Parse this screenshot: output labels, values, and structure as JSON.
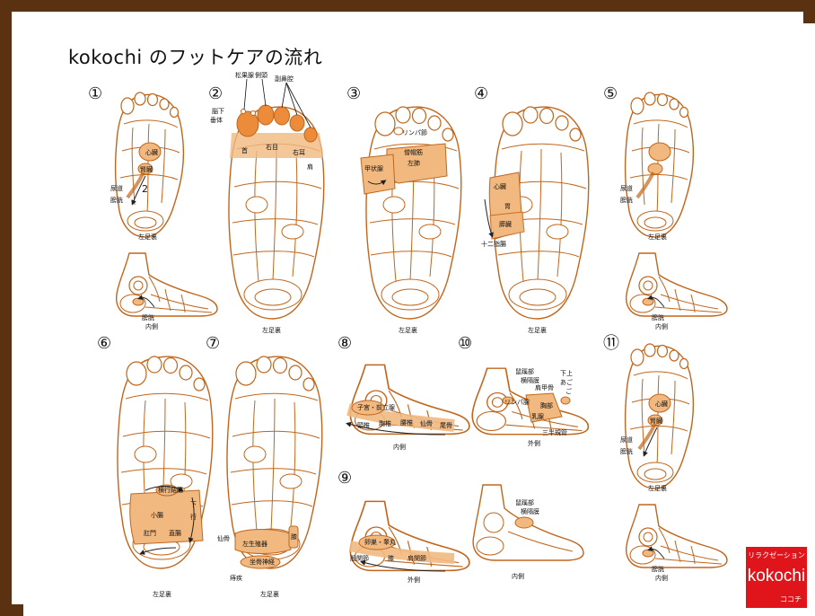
{
  "title": "kokochi のフットケアの流れ",
  "colors": {
    "frame": "#5a3212",
    "outline": "#c0661c",
    "fill": "#f1b97f",
    "fill_strong": "#ec8b3a",
    "logo": "#e0151c"
  },
  "steps": [
    "①",
    "②",
    "③",
    "④",
    "⑤",
    "⑥",
    "⑦",
    "⑧",
    "⑨",
    "⑩",
    "⑪"
  ],
  "labels": {
    "s1_heart": "心臓",
    "s1_kidney": "腎臓",
    "s1_ureter": "尿道",
    "s1_bladder": "膀胱",
    "s1_num": "2",
    "s1_caption": "左足裏",
    "s1b_bladder": "膀胱",
    "s1b_side": "内側",
    "s2_pineal": "松果腺",
    "s2_side_head": "側頭",
    "s2_sinus": "副鼻腔",
    "s2_pituitary": "脳下",
    "s2_pituitary2": "垂体",
    "s2_neck": "首",
    "s2_right_eye": "右目",
    "s2_right_ear": "右耳",
    "s2_shoulder": "肩",
    "s2_caption": "左足裏",
    "s3_lymph": "リンパ節",
    "s3_trachea": "僧帽筋",
    "s3_thyroid": "甲状腺",
    "s3_left_lung": "左肺",
    "s3_caption": "左足裏",
    "s4_heart": "心臓",
    "s4_stomach": "胃",
    "s4_pancreas": "膵臓",
    "s4_duodenum": "十二指腸",
    "s4_caption": "左足裏",
    "s5_ureter": "尿道",
    "s5_bladder": "膀胱",
    "s5_caption": "左足裏",
    "s5b_bladder": "膀胱",
    "s5b_side": "内側",
    "s6_transverse": "横行結腸",
    "s6_small": "小腸",
    "s6_descending": "下",
    "s6_descending2": "行",
    "s6_anus": "肛門",
    "s6_sigmoid": "直腸",
    "s6_caption": "左足裏",
    "s7_sacrum": "仙骨",
    "s7_reproductive": "左生殖器",
    "s7_coccyx": "坐骨神経",
    "s7_hemorrhoid": "痔疾",
    "s7_knee": "膝",
    "s7_caption": "左足裏",
    "s8_uterus": "子宮・前立腺",
    "s8_spine1": "頸椎",
    "s8_spine2": "胸椎",
    "s8_spine3": "腰椎",
    "s8_spine4": "仙骨",
    "s8_spine5": "尾骨",
    "s8_side": "内側",
    "s9_ovary": "卵巣・睾丸",
    "s9_hip": "股関節",
    "s9_knee": "膝",
    "s9_shoulder": "肩関節",
    "s9_side": "外側",
    "s10_groin": "鼠蹊部",
    "s10_diaphragm": "横隔膜",
    "s10_upper": "下上",
    "s10_jaw": "あご",
    "s10_jaw2": "ご",
    "s10_ribs": "肩甲骨",
    "s10_lymph": "リンパ腺",
    "s10_chest": "胸部",
    "s10_breast": "乳腺",
    "s10_eustachian": "三半規管",
    "s10_side": "外側",
    "s10b_groin": "鼠蹊部",
    "s10b_diaphragm": "横隔膜",
    "s10b_side": "内側",
    "s11_heart": "心臓",
    "s11_kidney": "腎臓",
    "s11_ureter": "尿道",
    "s11_bladder": "膀胱",
    "s11_caption": "左足裏",
    "s11b_bladder": "膀胱",
    "s11b_side": "内側"
  },
  "logo": {
    "top": "リラクゼーション",
    "main": "kokochi",
    "bottom": "ココチ"
  }
}
